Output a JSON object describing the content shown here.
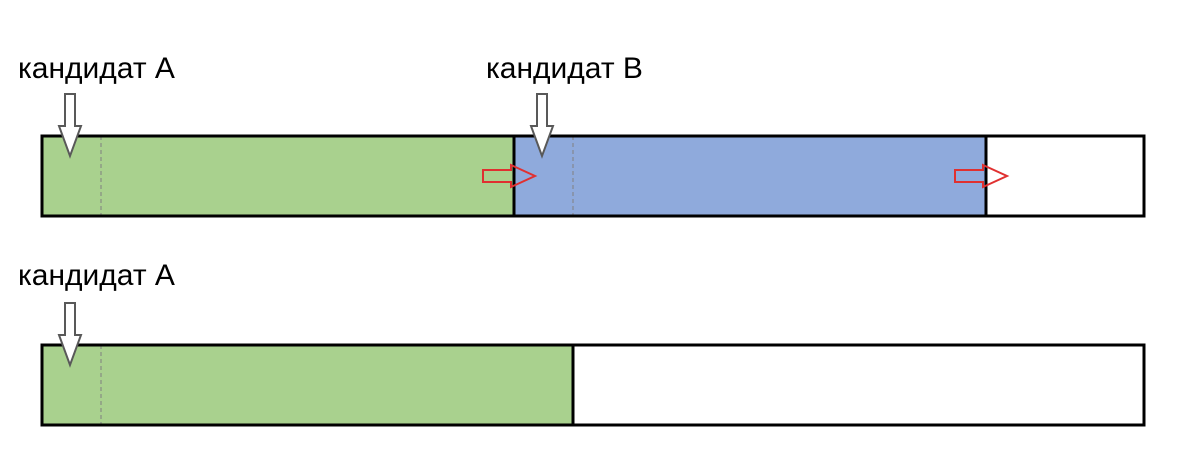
{
  "labels": {
    "candidate_a_top": "кандидат A",
    "candidate_b_top": "кандидат B",
    "candidate_a_bottom": "кандидат A"
  },
  "colors": {
    "green_segment": "#a9d18e",
    "blue_segment": "#8faadc",
    "empty_segment": "#ffffff",
    "outline": "#000000",
    "down_arrow": "#595959",
    "right_arrow": "#e03030",
    "dashed_line": "#808080"
  },
  "icons": {
    "down_arrow": "hollow-down-arrow-icon",
    "right_arrow": "hollow-right-arrow-icon"
  }
}
